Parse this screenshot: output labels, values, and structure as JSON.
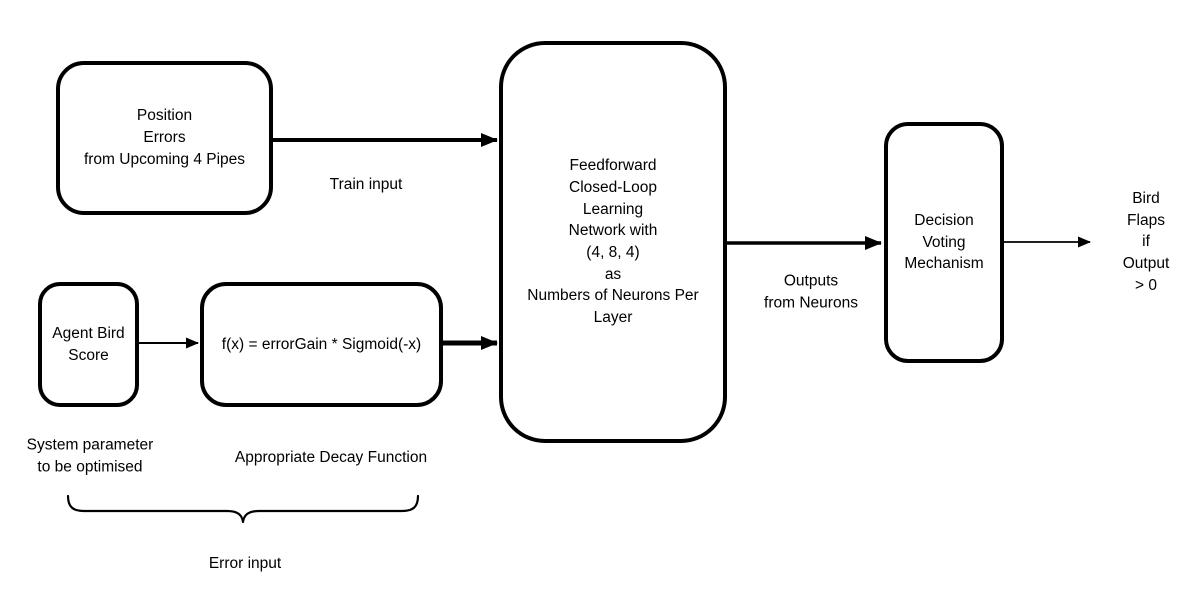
{
  "diagram": {
    "nodes": {
      "position_errors": "Position\nErrors\nfrom Upcoming 4 Pipes",
      "network": "Feedforward\nClosed-Loop\nLearning\nNetwork with\n(4, 8, 4)\nas\nNumbers of Neurons Per\nLayer",
      "agent_bird_score": "Agent Bird\nScore",
      "decay_function": "f(x) = errorGain * Sigmoid(-x)",
      "decision_voting": "Decision\nVoting\nMechanism"
    },
    "edge_labels": {
      "train_input": "Train input",
      "outputs_from_neurons": "Outputs\nfrom Neurons"
    },
    "annotations": {
      "bird_flaps": "Bird Flaps\nif\nOutput > 0",
      "system_parameter": "System parameter\nto be optimised",
      "appropriate_decay": "Appropriate Decay Function",
      "error_input": "Error input"
    },
    "colors": {
      "stroke": "#000000",
      "background": "#ffffff",
      "text": "#000000"
    }
  }
}
